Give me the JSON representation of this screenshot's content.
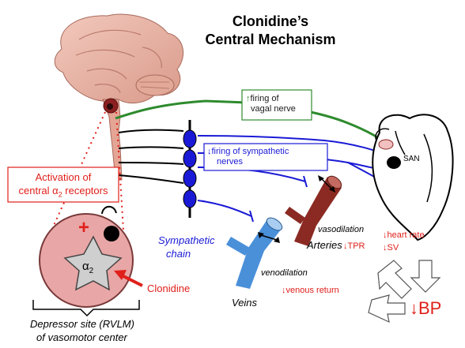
{
  "title_line1": "Clonidine’s",
  "title_line2": "Central Mechanism",
  "vagal": {
    "arrow": "↑",
    "line1": "firing of",
    "line2": "vagal nerve"
  },
  "sympathetic_nerves": {
    "arrow": "↓",
    "line1": "firing of sympathetic",
    "line2": "nerves"
  },
  "activation": {
    "line1": "Activation of",
    "line2": "central α",
    "sub": "2",
    "line2_end": " receptors"
  },
  "plus_sign": "+",
  "alpha2": {
    "symbol": "α",
    "sub": "2"
  },
  "clonidine": "Clonidine",
  "san": "SAN",
  "sympathetic_chain": {
    "line1": "Sympathetic",
    "line2": "chain"
  },
  "vasodilation": "vasodilation",
  "arteries": "Arteries",
  "tpr": {
    "arrow": "↓",
    "text": "TPR"
  },
  "heart_rate": {
    "arrow": "↓",
    "text": "heart rate"
  },
  "sv": {
    "arrow": "↓",
    "text": "SV"
  },
  "venodilation": "venodilation",
  "venous_return": {
    "arrow": "↓",
    "text": "venous return"
  },
  "veins": "Veins",
  "bp": {
    "arrow": "↓",
    "text": "BP"
  },
  "depressor_site": {
    "line1": "Depressor site (RVLM)",
    "line2": "of vasomotor center"
  },
  "colors": {
    "vagal_green": "#2e8b2e",
    "sympathetic_blue": "#1a1ad6",
    "accent_red": "#e0201b",
    "receptor_pink": "#e8a6a6",
    "artery_red": "#8b2a22",
    "vein_blue": "#4a90d9"
  }
}
